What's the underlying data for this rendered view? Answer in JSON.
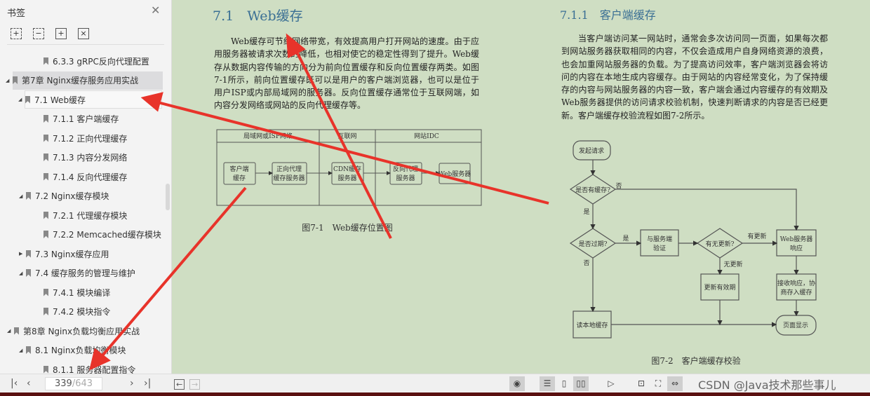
{
  "sidebar": {
    "title": "书签",
    "close_icon": "close-icon",
    "tools": [
      "expand-all-icon",
      "collapse-all-icon",
      "add-bookmark-icon",
      "remove-bookmark-icon"
    ],
    "items": [
      {
        "label": "6.3.3 gRPC反向代理配置",
        "level": 2,
        "toggle": ""
      },
      {
        "label": "第7章 Nginx缓存服务应用实战",
        "level": 0,
        "toggle": "◢",
        "selected": true
      },
      {
        "label": "7.1 Web缓存",
        "level": 1,
        "toggle": "◢",
        "current": true
      },
      {
        "label": "7.1.1 客户端缓存",
        "level": 2,
        "toggle": ""
      },
      {
        "label": "7.1.2 正向代理缓存",
        "level": 2,
        "toggle": ""
      },
      {
        "label": "7.1.3 内容分发网络",
        "level": 2,
        "toggle": ""
      },
      {
        "label": "7.1.4 反向代理缓存",
        "level": 2,
        "toggle": ""
      },
      {
        "label": "7.2 Nginx缓存模块",
        "level": 1,
        "toggle": "◢"
      },
      {
        "label": "7.2.1 代理缓存模块",
        "level": 2,
        "toggle": ""
      },
      {
        "label": "7.2.2 Memcached缓存模块",
        "level": 2,
        "toggle": ""
      },
      {
        "label": "7.3 Nginx缓存应用",
        "level": 1,
        "toggle": "▶"
      },
      {
        "label": "7.4 缓存服务的管理与维护",
        "level": 1,
        "toggle": "◢"
      },
      {
        "label": "7.4.1 模块编译",
        "level": 2,
        "toggle": ""
      },
      {
        "label": "7.4.2 模块指令",
        "level": 2,
        "toggle": ""
      },
      {
        "label": "第8章 Nginx负载均衡应用实战",
        "level": 0,
        "toggle": "◢"
      },
      {
        "label": "8.1 Nginx负载均衡模块",
        "level": 1,
        "toggle": "◢"
      },
      {
        "label": "8.1.1 服务器配置指令",
        "level": 2,
        "toggle": ""
      }
    ]
  },
  "doc": {
    "left": {
      "heading": "7.1　Web缓存",
      "paragraph": "Web缓存可节约网络带宽，有效提高用户打开网站的速度。由于应用服务器被请求次数的降低，也相对使它的稳定性得到了提升。Web缓存从数据内容传输的方向分为前向位置缓存和反向位置缓存两类。如图7-1所示，前向位置缓存既可以是用户的客户端浏览器，也可以是位于用户ISP或内部局域网的服务器。反向位置缓存通常位于互联网端，如内容分发网络或网站的反向代理缓存等。",
      "figure": {
        "zones": [
          "局域网或ISP网络",
          "互联网",
          "网站IDC"
        ],
        "nodes": [
          [
            "客户端",
            "缓存"
          ],
          [
            "正向代理",
            "缓存服务器"
          ],
          [
            "CDN缓存",
            "服务器"
          ],
          [
            "反向代理",
            "服务器"
          ],
          [
            "Web服务器"
          ]
        ],
        "caption": "图7-1　Web缓存位置图"
      }
    },
    "right": {
      "heading": "7.1.1　客户端缓存",
      "paragraph": "当客户端访问某一网站时，通常会多次访问同一页面，如果每次都到网站服务器获取相同的内容，不仅会造成用户自身网络资源的浪费，也会加重网站服务器的负载。为了提高访问效率，客户端浏览器会将访问的内容在本地生成内容缓存。由于网站的内容经常变化，为了保持缓存的内容与网站服务器的内容一致，客户端会通过内容缓存的有效期及Web服务器提供的访问请求校验机制，快速判断请求的内容是否已经更新。客户端缓存校验流程如图7-2所示。",
      "flow": {
        "start": "发起请求",
        "has_cache": "是否有缓存?",
        "expired": "是否过期?",
        "verify": [
          "与服务端",
          "验证"
        ],
        "updated": "有无更新?",
        "web_resp": [
          "Web服务器",
          "响应"
        ],
        "refresh": "更新有效期",
        "recv": [
          "接收响应，协",
          "商存入缓存"
        ],
        "read_local": "读本地缓存",
        "show": "页面显示",
        "labels": {
          "yes": "是",
          "no": "否",
          "has_update": "有更新",
          "no_update": "无更新"
        }
      },
      "caption": "图7-2　客户端缓存校验"
    }
  },
  "bottom": {
    "first": "|‹",
    "prev": "‹",
    "page": "339",
    "total": "/643",
    "next": "›",
    "last": "›|",
    "back": "←",
    "fwd": "→",
    "watermark": "CSDN @Java技术那些事儿"
  },
  "colors": {
    "page_bg": "#cfdec3",
    "heading": "#3a6f94",
    "arrow": "#e8332a"
  }
}
